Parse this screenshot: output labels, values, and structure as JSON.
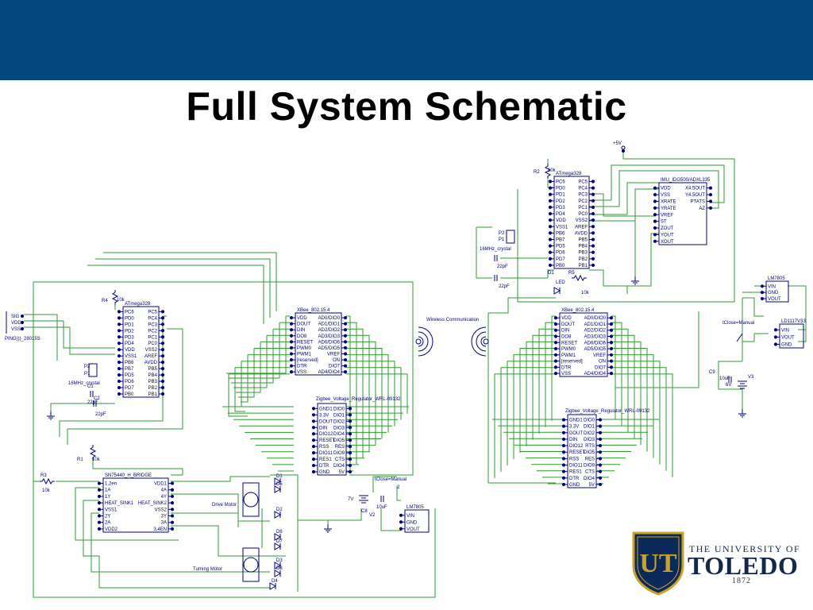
{
  "slide": {
    "title": "Full System Schematic",
    "banner_color": "#00467f"
  },
  "logo": {
    "monogram": "UT",
    "line1": "THE UNIVERSITY OF",
    "line2": "TOLEDO",
    "line3": "1872"
  },
  "colors": {
    "wire": "#2e9a2e",
    "component": "#000080",
    "label": "#000080"
  },
  "left": {
    "mcu": {
      "title": "ATmega328",
      "left_pins": [
        "PC6",
        "PD0",
        "PD1",
        "PD2",
        "PD3",
        "PD4",
        "VDD",
        "VSS1",
        "PB6",
        "PB7",
        "PD5",
        "PD6",
        "PD7",
        "PB0"
      ],
      "right_pins": [
        "PC5",
        "PC4",
        "PC3",
        "PC2",
        "PC1",
        "PC0",
        "VSS2",
        "AREF",
        "AVDD",
        "PB5",
        "PB4",
        "PB3",
        "PB2",
        "PB1"
      ]
    },
    "sensor": {
      "pins": [
        "SIG",
        "VDD",
        "VSS"
      ],
      "name": "PING)))_28015S"
    },
    "crystal": {
      "p2": "P2",
      "p1": "P1",
      "name": "16MHz_crystal",
      "c1": "C1",
      "c2": "C2",
      "c2_val": "22pF",
      "c1_val": "22pF"
    },
    "r4": {
      "name": "R4",
      "val": "10k"
    },
    "xbee": {
      "title": "XBee_802.15.4",
      "left_pins": [
        "VDD",
        "DOUT",
        "DIN",
        "DO8",
        "RESET",
        "PWM0",
        "PWM1",
        "[reserved]",
        "DTR",
        "VSS"
      ],
      "right_pins": [
        "AD0/DIO0",
        "AD1/DIO1",
        "AD2/DIO2",
        "AD3/DIO3",
        "AD6/DIO6",
        "AD5/DIO5",
        "VREF",
        "ON",
        "DIO7",
        "AD4/DIO4"
      ]
    },
    "regulator": {
      "title": "Zigbee_Voltage_Regulator_WRL-09132",
      "left_pins": [
        "GND1",
        "3.3V",
        "DOUT",
        "DIN",
        "DIO12",
        "RESET",
        "RSS",
        "DIO11",
        "RES1",
        "DTR",
        "GND"
      ],
      "right_pins": [
        "DIO0",
        "DIO1",
        "DIO2",
        "DIO3",
        "DIO4",
        "DIO5",
        "RES",
        "DIO9",
        "CTS",
        "DIO4",
        "5V"
      ]
    },
    "hbridge": {
      "title": "SN75440_H_BRIDGE",
      "left_pins": [
        "1,2en",
        "1A",
        "1Y",
        "HEAT_SINK1",
        "VSS1",
        "2Y",
        "2A",
        "VDD2"
      ],
      "right_pins": [
        "VDD1",
        "4A",
        "4Y",
        "HEAT_SINK2",
        "VSS2",
        "3Y",
        "3A",
        "3,4EN"
      ]
    },
    "r1": {
      "name": "R1",
      "val": "10k"
    },
    "r3": {
      "name": "R3",
      "val": "10k"
    },
    "drive_motor": "Drive Motor",
    "turning_motor": "Turning Motor",
    "diodes": [
      "D1",
      "D5",
      "D2",
      "D6",
      "D7",
      "D3",
      "D8",
      "D4"
    ],
    "battery": {
      "name": "V2",
      "val": "7V"
    },
    "cap": {
      "name": "C8",
      "val": "10uF"
    },
    "switch": {
      "name": "tClose=Manual",
      "num": "2"
    },
    "lm7805": {
      "title": "LM7805",
      "pins": [
        "VIN",
        "GND",
        "VOUT"
      ]
    },
    "wireless": "Wireless Communication"
  },
  "right": {
    "r2": {
      "name": "R2",
      "val": "10k"
    },
    "mcu": {
      "title": "ATmega328",
      "left_pins": [
        "PC6",
        "PD0",
        "PD1",
        "PD2",
        "PD3",
        "PD4",
        "VDD",
        "VSS1",
        "PB6",
        "PB7",
        "PD5",
        "PD6",
        "PD7",
        "PB0"
      ],
      "right_pins": [
        "PC5",
        "PC4",
        "PC3",
        "PC2",
        "PC1",
        "PC0",
        "VSS2",
        "AREF",
        "AVDD",
        "PB5",
        "PB4",
        "PB3",
        "PB2",
        "PB1"
      ]
    },
    "plus5": "+5V",
    "imu": {
      "title": "IMU_IDG500/ADXL335",
      "left_pins": [
        "VDD",
        "VSS",
        "XRATE",
        "YRATE",
        "VREF",
        "ST",
        "ZOUT",
        "YOUT",
        "XOUT"
      ],
      "right_pins": [
        "X4.5OUT",
        "Y4.5OUT",
        "PTATS",
        "AZ"
      ]
    },
    "crystal": {
      "p2": "P2",
      "p1": "P1",
      "name": "16MHz_crystal",
      "c_top": "22pF",
      "c_bot": "22pF"
    },
    "led": {
      "d": "D1",
      "name": "LED",
      "r": "R5",
      "val": "10k"
    },
    "xbee": {
      "title": "XBee_802.15.4",
      "left_pins": [
        "VDD",
        "DOUT",
        "DIN",
        "DO8",
        "RESET",
        "PWM0",
        "PWM1",
        "[reserved]",
        "DTR",
        "VSS"
      ],
      "right_pins": [
        "AD0/DIO0",
        "AD1/DIO1",
        "AD2/DIO2",
        "AD3/DIO3",
        "AD6/DIO6",
        "AD5/DIO5",
        "VREF",
        "ON",
        "DIO7",
        "AD4/DIO4"
      ]
    },
    "regulator": {
      "title": "Zigbee_Voltage_Regulator_WRL-09132",
      "left_pins": [
        "GND1",
        "3.3V",
        "DOUT",
        "DIN",
        "DIO12",
        "RESET",
        "RSS",
        "DIO11",
        "RES1",
        "DTR",
        "GND"
      ],
      "right_pins": [
        "DIO0",
        "DIO1",
        "DIO2",
        "DIO3",
        "RTS",
        "DIO5",
        "RES",
        "DIO9",
        "CTS",
        "DIO4",
        "5V"
      ]
    },
    "lm7805": {
      "title": "LM7805",
      "pins": [
        "VIN",
        "GND",
        "VOUT"
      ]
    },
    "ld1117": {
      "title": "LD1117V33",
      "pins": [
        "VIN",
        "VOUT",
        "GND"
      ]
    },
    "switch": "tClose=Manual",
    "cap": {
      "name": "C9",
      "val": "10uF",
      "v": "6V"
    },
    "battery": "V3"
  }
}
